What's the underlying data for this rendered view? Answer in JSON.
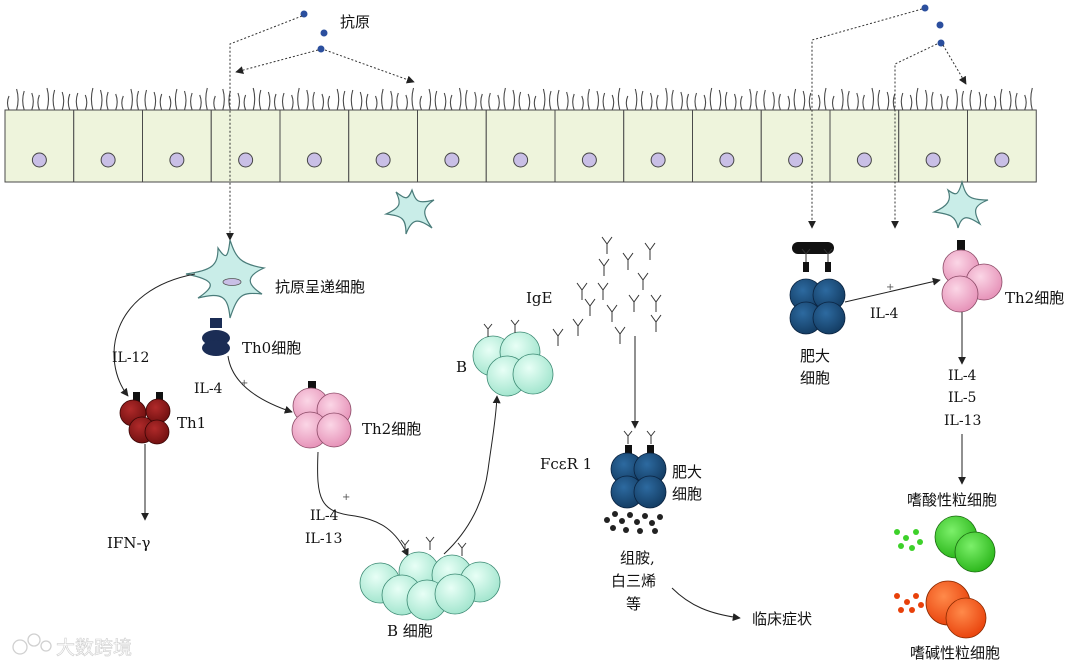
{
  "labels": {
    "antigen": "抗原",
    "apc": "抗原呈递细胞",
    "th0": "Th0细胞",
    "il12": "IL-12",
    "il4_left": "IL-4",
    "th1": "Th1",
    "th2_left": "Th2细胞",
    "ifn_gamma": "IFN-γ",
    "il4_lower": "IL-4",
    "il13_lower": "IL-13",
    "b_cell_label": "B 细胞",
    "b_top": "B",
    "ige": "IgE",
    "fcer1": "FcεR 1",
    "mast_mid_1": "肥大",
    "mast_mid_2": "细胞",
    "mediators_1": "组胺,",
    "mediators_2": "白三烯",
    "mediators_3": "等",
    "clinical": "临床症状",
    "mast_right_1": "肥大",
    "mast_right_2": "细胞",
    "il4_right": "IL-4",
    "th2_right": "Th2细胞",
    "right_il4": "IL-4",
    "right_il5": "IL-5",
    "right_il13": "IL-13",
    "eosinophil": "嗜酸性粒细胞",
    "basophil": "嗜碱性粒细胞",
    "plus": "+"
  },
  "watermark": "大数跨境",
  "colors": {
    "epithelium_fill": "#eef4dc",
    "epithelium_stroke": "#4a4a4a",
    "nucleus": "#c9bfe6",
    "dendritic": "#c9ede8",
    "dendritic_stroke": "#4a7c7a",
    "th0": "#1b2d55",
    "th1": "#8b1a1a",
    "th2": "#f0a9c8",
    "b_cell": "#b8efdc",
    "mast": "#1e4d7a",
    "eosinophil": "#3dd12a",
    "basophil": "#ff5a1a",
    "antigen_dot": "#2b4f9e"
  }
}
